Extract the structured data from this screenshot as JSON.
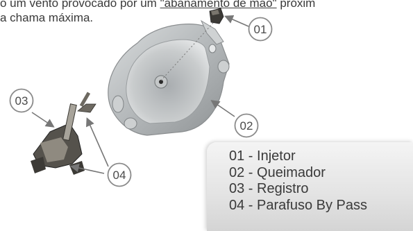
{
  "intro": {
    "line1_prefix": "o um vento provocado por um ",
    "line1_link": "\"abanamento de mão\"",
    "line1_suffix": " próxim",
    "line2": "a chama máxima."
  },
  "callouts": [
    {
      "label": "01"
    },
    {
      "label": "02"
    },
    {
      "label": "03"
    },
    {
      "label": "04"
    }
  ],
  "legend": {
    "items": [
      "01 - Injetor",
      "02 - Queimador",
      "03 - Registro",
      "04 - Parafuso By Pass"
    ]
  },
  "colors": {
    "text": "#3a3a3a",
    "part_metal": "#b9bdbf",
    "part_dark": "#3c3a36",
    "legend_bg": "#e3e3e3"
  }
}
